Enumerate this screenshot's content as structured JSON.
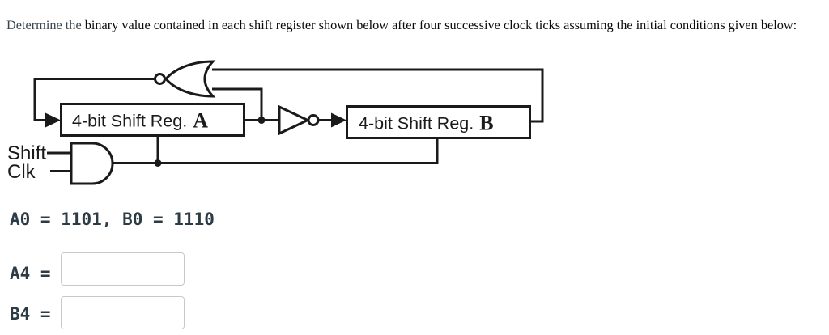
{
  "title": {
    "lead": "Determine the ",
    "rest": "binary value contained in each shift register shown below after four successive clock ticks assuming the initial conditions given below:"
  },
  "diagram": {
    "register_a": {
      "label": "4-bit Shift Reg.",
      "letter": "A"
    },
    "register_b": {
      "label": "4-bit Shift Reg.",
      "letter": "B"
    },
    "clock_inputs": {
      "shift": "Shift",
      "clk": "Clk"
    },
    "icons": {
      "feedback_gate": "nor-gate",
      "coupling_gate": "not-gate-inverter",
      "clock_gate": "and-gate"
    }
  },
  "initial_conditions": {
    "text": "A0 = 1101, B0 = 1110"
  },
  "answers": {
    "a4": {
      "label": "A4 =",
      "value": ""
    },
    "b4": {
      "label": "B4 =",
      "value": ""
    }
  },
  "colors": {
    "diagram_line": "#1a1a1a",
    "mono_text": "#2d3b45",
    "title_lead": "#39444e",
    "title_rest": "#0a0a0a",
    "input_border": "#c9c9c9"
  }
}
